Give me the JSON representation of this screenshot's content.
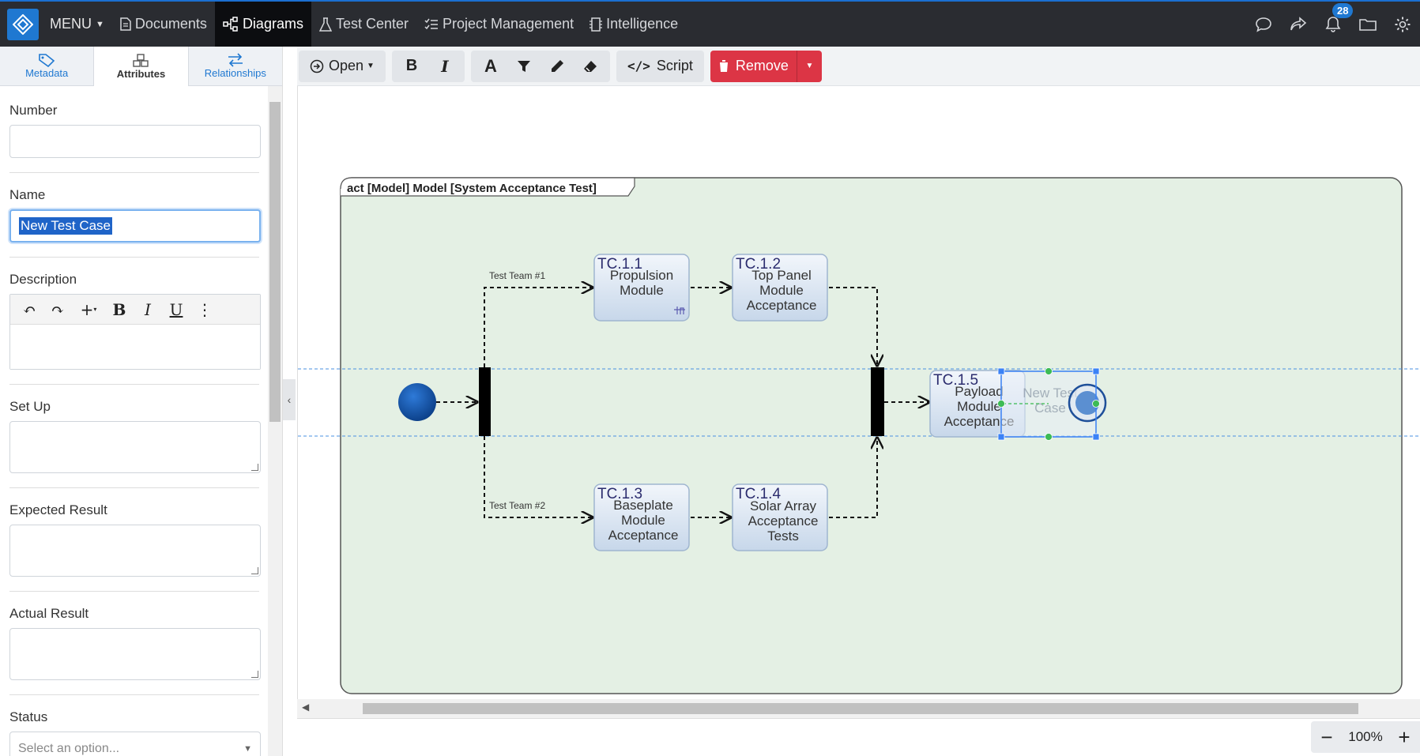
{
  "nav": {
    "menu_label": "MENU",
    "items": [
      {
        "label": "Documents"
      },
      {
        "label": "Diagrams"
      },
      {
        "label": "Test Center"
      },
      {
        "label": "Project Management"
      },
      {
        "label": "Intelligence"
      }
    ],
    "notification_count": "28",
    "accent_color": "#1f78d1"
  },
  "panel": {
    "tabs": [
      {
        "label": "Metadata",
        "icon": "tag-icon"
      },
      {
        "label": "Attributes",
        "icon": "cubes-icon"
      },
      {
        "label": "Relationships",
        "icon": "arrows-exchange-icon"
      }
    ],
    "fields": {
      "number_label": "Number",
      "number_value": "",
      "name_label": "Name",
      "name_value": "New Test Case",
      "description_label": "Description",
      "setup_label": "Set Up",
      "expected_label": "Expected Result",
      "actual_label": "Actual Result",
      "status_label": "Status",
      "status_placeholder": "Select an option..."
    }
  },
  "toolbar": {
    "open_label": "Open",
    "script_label": "Script",
    "remove_label": "Remove",
    "remove_color": "#dc3545"
  },
  "diagram": {
    "frame_title": "act [Model] Model [System Acceptance Test]",
    "frame_fill": "#e4f0e4",
    "edge_labels": {
      "team1": "Test Team #1",
      "team2": "Test Team #2"
    },
    "nodes": [
      {
        "id": "TC.1.1",
        "lines": [
          "Propulsion",
          "Module"
        ]
      },
      {
        "id": "TC.1.2",
        "lines": [
          "Top Panel",
          "Module",
          "Acceptance"
        ]
      },
      {
        "id": "TC.1.3",
        "lines": [
          "Baseplate",
          "Module",
          "Acceptance"
        ]
      },
      {
        "id": "TC.1.4",
        "lines": [
          "Solar Array",
          "Acceptance",
          "Tests"
        ]
      },
      {
        "id": "TC.1.5",
        "lines": [
          "Payload",
          "Module",
          "Acceptance"
        ]
      }
    ],
    "new_node_lines": [
      "New Test",
      "Case"
    ]
  },
  "zoom": {
    "level": "100%",
    "minus": "−",
    "plus": "+"
  }
}
